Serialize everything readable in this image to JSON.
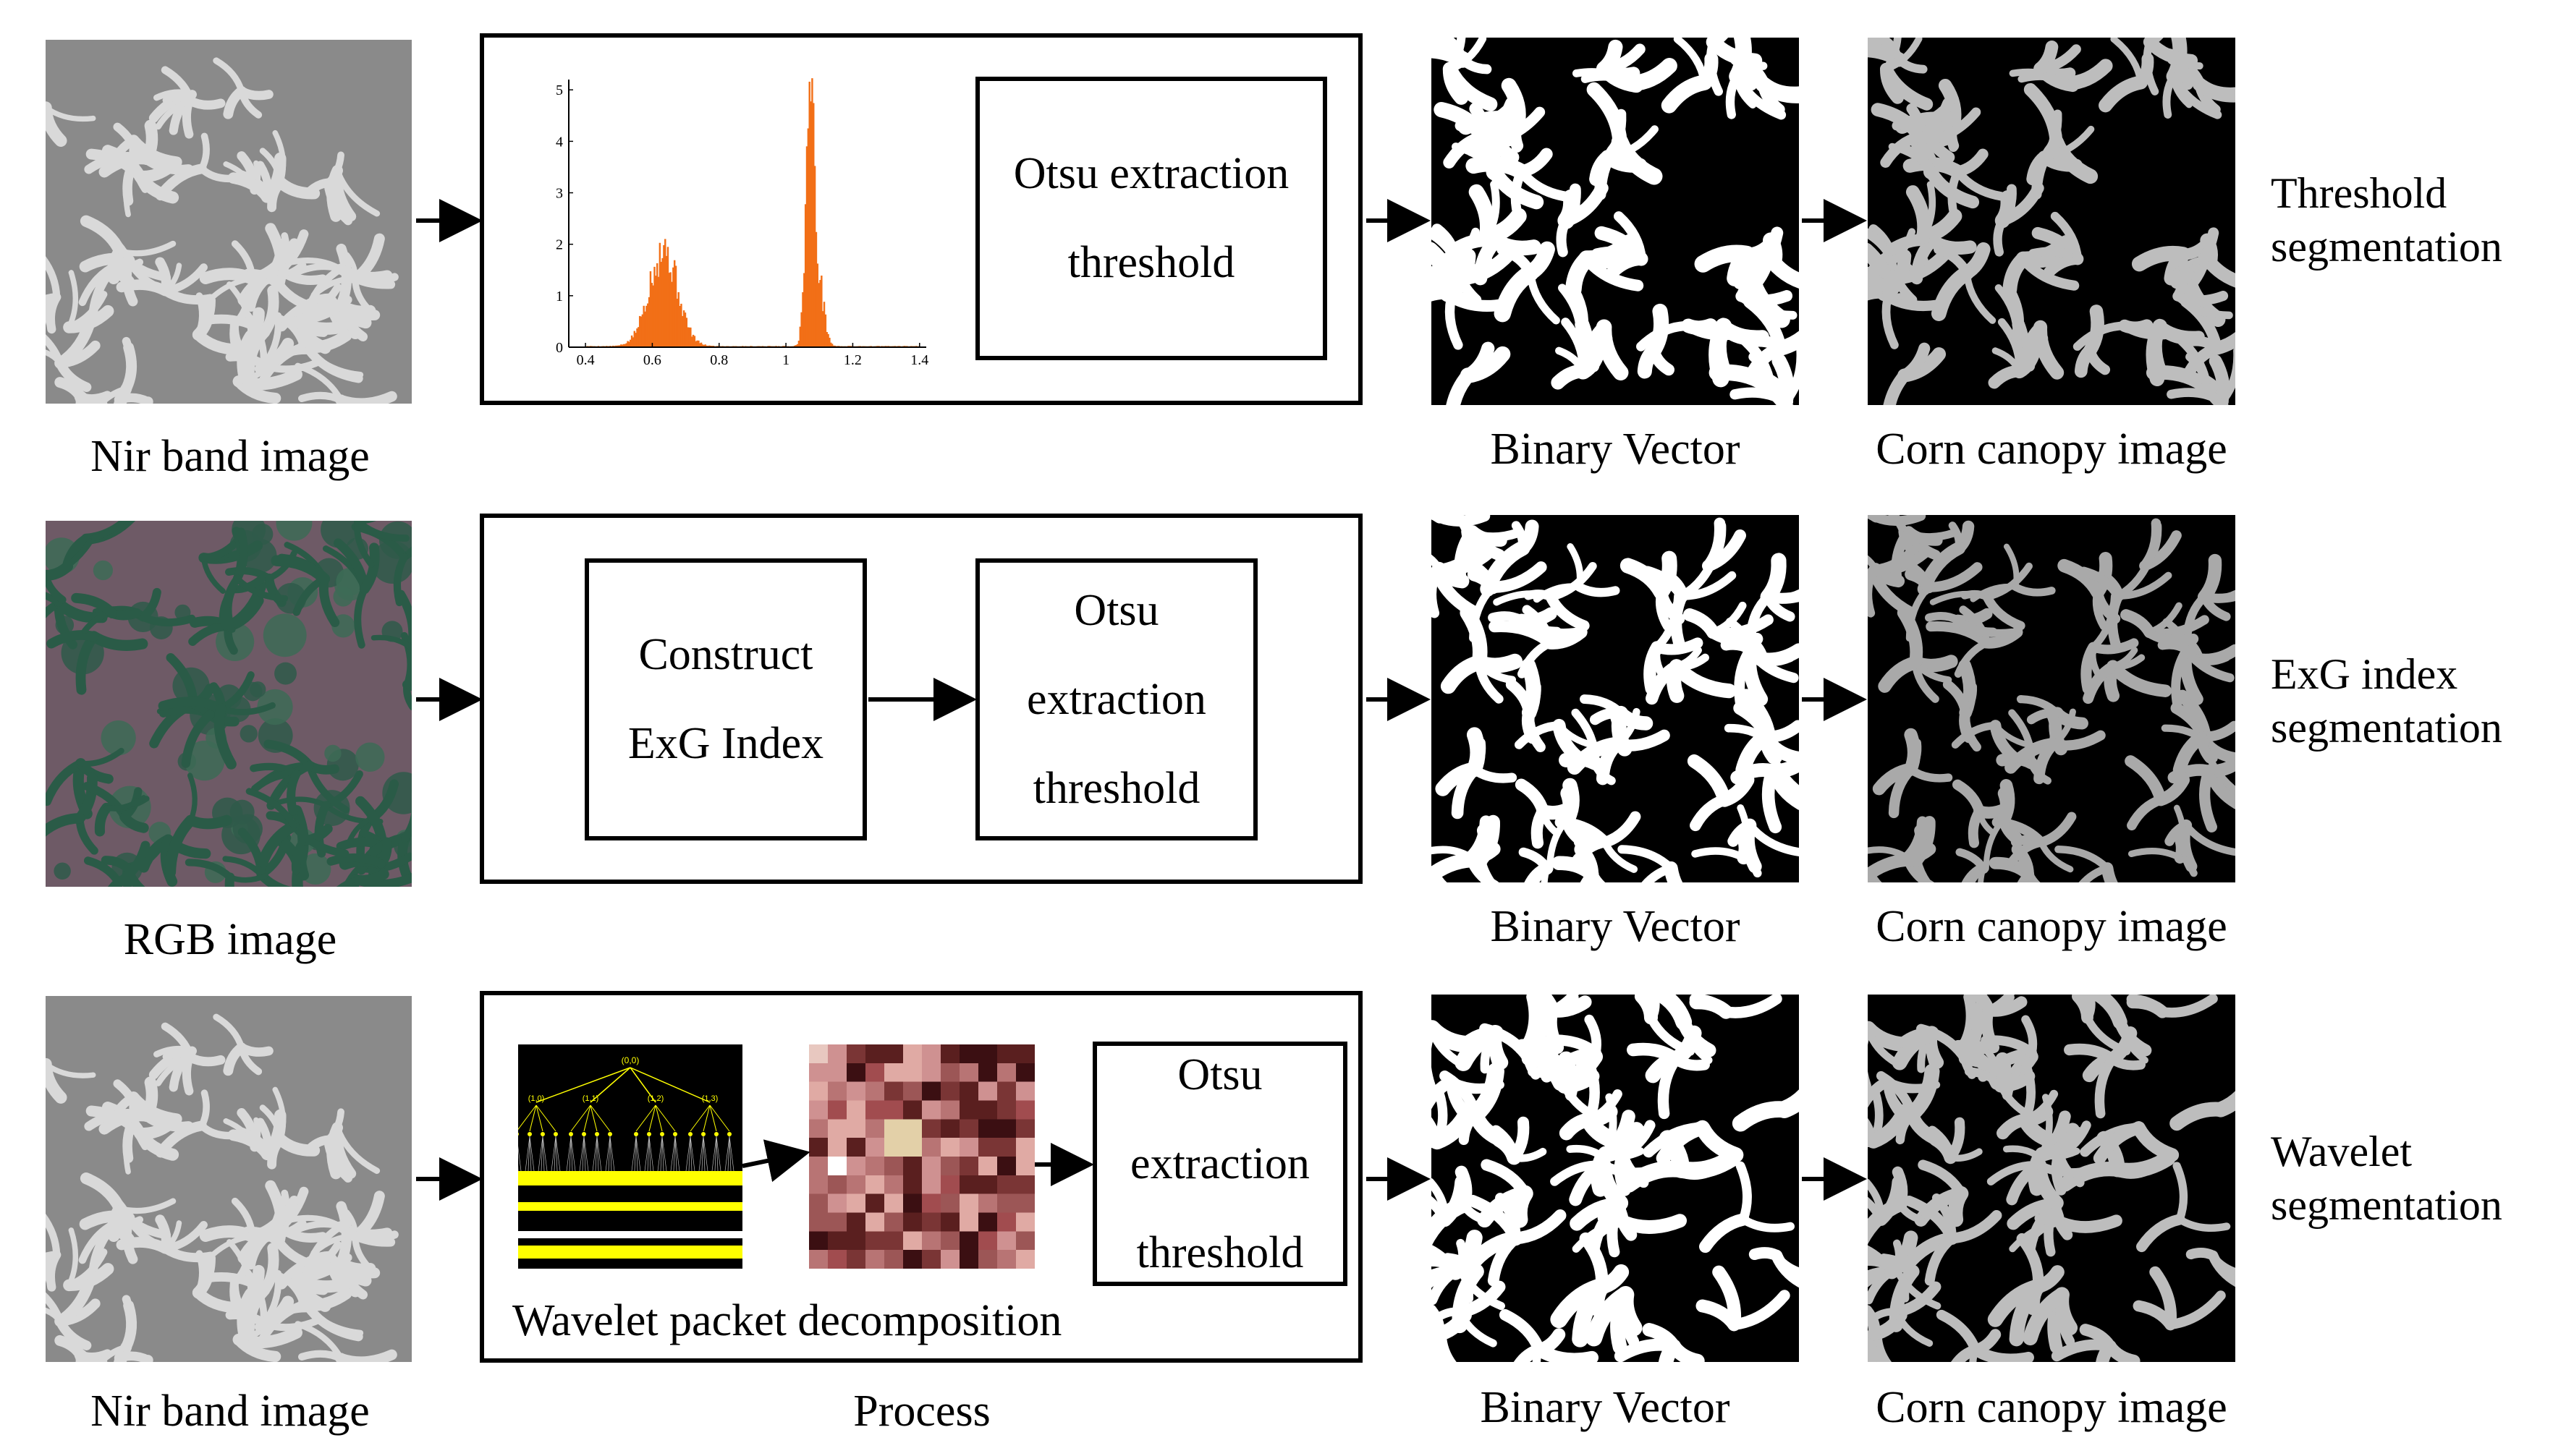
{
  "rows": [
    {
      "input_label": "Nir band image",
      "binary_label": "Binary Vector",
      "canopy_label": "Corn canopy image",
      "method_line1": "Threshold",
      "method_line2": "segmentation"
    },
    {
      "input_label": "RGB image",
      "binary_label": "Binary Vector",
      "canopy_label": "Corn canopy image",
      "method_line1": "ExG index",
      "method_line2": "segmentation"
    },
    {
      "input_label": "Nir band image",
      "binary_label": "Binary Vector",
      "canopy_label": "Corn canopy image",
      "method_line1": "Wavelet",
      "method_line2": "segmentation"
    }
  ],
  "row1": {
    "otsu_line1": "Otsu extraction",
    "otsu_line2": "threshold",
    "histogram": {
      "color": "#f26f17",
      "x_ticks": [
        "0.4",
        "0.6",
        "0.8",
        "1",
        "1.2",
        "1.4"
      ],
      "y_ticks": [
        "0",
        "1",
        "2",
        "3",
        "4",
        "5"
      ]
    }
  },
  "row2": {
    "exg_line1": "Construct",
    "exg_line2": "ExG Index",
    "otsu_line1": "Otsu",
    "otsu_line2": "extraction",
    "otsu_line3": "threshold"
  },
  "row3": {
    "caption": "Wavelet packet decomposition",
    "otsu_line1": "Otsu",
    "otsu_line2": "extraction",
    "otsu_line3": "threshold",
    "tree_root": "(0,0)",
    "tree_level1": [
      "(1,0)",
      "(1,1)",
      "(1,2)",
      "(1,3)"
    ]
  },
  "process_label": "Process",
  "colors": {
    "histogram": "#f26f17",
    "tree_highlight": "#ffff00"
  }
}
